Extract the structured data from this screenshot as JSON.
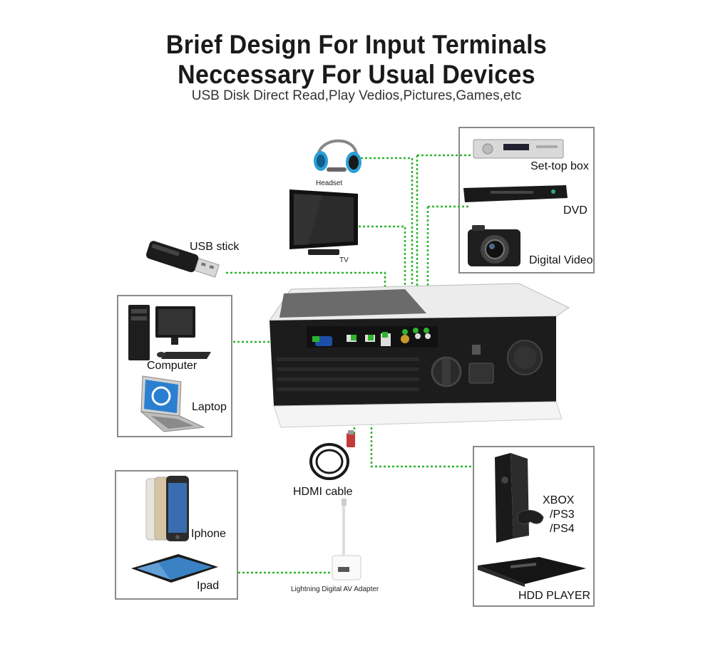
{
  "header": {
    "title_line1": "Brief Design For Input Terminals",
    "title_line2": "Neccessary For Usual Devices",
    "subtitle": "USB Disk Direct Read,Play Vedios,Pictures,Games,etc"
  },
  "devices": {
    "headset": "Headset",
    "tv": "TV",
    "usb_stick": "USB stick",
    "set_top_box": "Set-top box",
    "dvd": "DVD",
    "digital_video": "Digital Video",
    "computer": "Computer",
    "laptop": "Laptop",
    "hdmi_cable": "HDMI cable",
    "iphone": "Iphone",
    "ipad": "Ipad",
    "adapter": "Lightning Digital AV Adapter",
    "xbox_line1": "XBOX",
    "xbox_line2": "/PS3",
    "xbox_line3": "/PS4",
    "hdd_player": "HDD PLAYER"
  },
  "colors": {
    "wire": "#2db52d",
    "box_border": "#8a8a8a",
    "projector_body": "#f2f2f2",
    "projector_dark": "#1e1e1e"
  }
}
